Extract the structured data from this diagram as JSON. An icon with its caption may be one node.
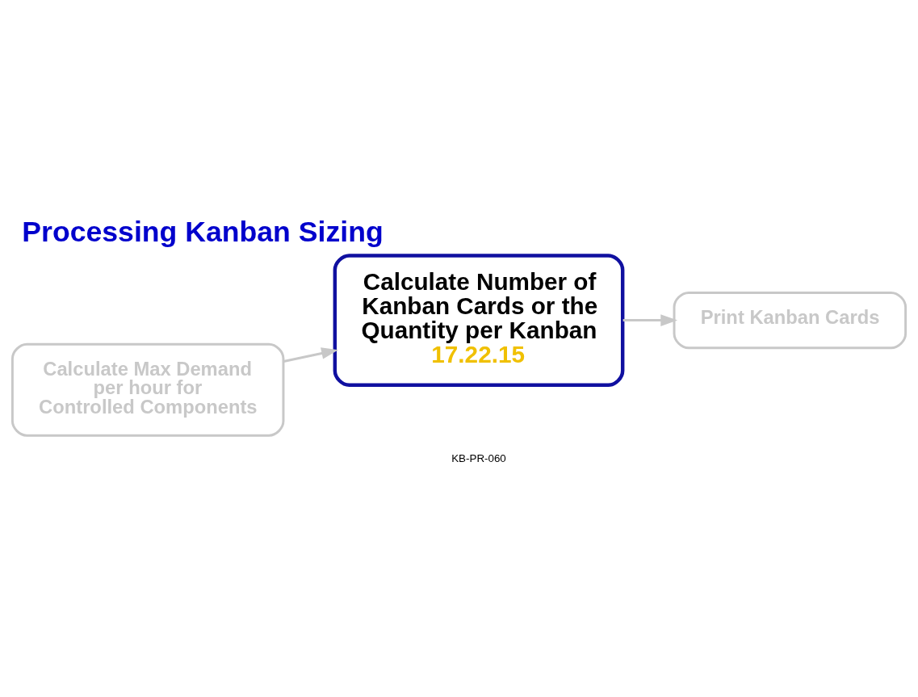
{
  "diagram": {
    "title": "Processing Kanban Sizing",
    "nodes": [
      {
        "text": [
          "Calculate Max Demand per hour for Controlled Components"
        ]
      },
      {
        "text": [
          "Calculate Number of Kanban Cards or the Quantity per Kanban",
          "17.22.15"
        ]
      },
      {
        "text": [
          "Print Kanban Cards"
        ]
      }
    ],
    "edges": [
      {
        "from": 0,
        "to": 1,
        "arrow": "to",
        "color": "#c8c8c8"
      },
      {
        "from": 1,
        "to": 2,
        "arrow": "to",
        "color": "#c8c8c8"
      }
    ],
    "labels": [
      "KB-PR-060"
    ]
  }
}
